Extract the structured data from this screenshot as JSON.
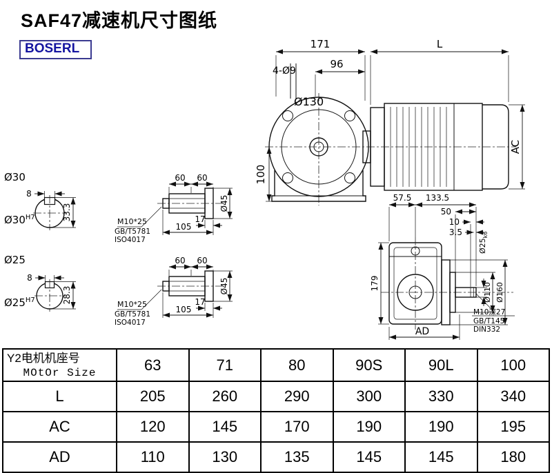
{
  "page": {
    "title": "SAF47减速机尺寸图纸",
    "brand": "BOSERL"
  },
  "front_view": {
    "dim_171": "171",
    "dim_l": "L",
    "dim_96": "96",
    "holes_label": "4-Ø9",
    "flange_dia": "Ø130",
    "dim_100": "100",
    "dim_ac": "AC"
  },
  "section_30": {
    "dia": "Ø30",
    "key_width": "8",
    "key_height": "33.3",
    "bore": "Ø30",
    "bore_tol": "H7"
  },
  "section_25": {
    "dia": "Ø25",
    "key_width": "8",
    "key_height": "28.3",
    "bore": "Ø25",
    "bore_tol": "H7"
  },
  "shaft_a": {
    "dim_60a": "60",
    "dim_60b": "60",
    "dim_17": "17",
    "dim_105": "105",
    "dia": "Ø45",
    "note1": "M10*25",
    "note2": "GB/T5781",
    "note3": "ISO4017"
  },
  "shaft_b": {
    "dim_60a": "60",
    "dim_60b": "60",
    "dim_17": "17",
    "dim_105": "105",
    "dia": "Ø45",
    "note1": "M10*25",
    "note2": "GB/T5781",
    "note3": "ISO4017"
  },
  "side_view": {
    "dim_575": "57.5",
    "dim_1335": "133.5",
    "dim_50": "50",
    "dim_10": "10",
    "dim_35": "3.5",
    "shaft_dia": "Ø25",
    "shaft_fit": "k6",
    "dim_179": "179",
    "dia_110": "Ø110",
    "dia_160": "Ø160",
    "note1": "M10深27",
    "note2": "GB/T145",
    "note3": "DIN332",
    "dim_ad": "AD"
  },
  "table": {
    "header_cn": "Y2电机机座号",
    "header_en": "MOtOr Size",
    "sizes": [
      "63",
      "71",
      "80",
      "90S",
      "90L",
      "100"
    ],
    "rows": [
      {
        "label": "L",
        "values": [
          "205",
          "260",
          "290",
          "300",
          "330",
          "340"
        ]
      },
      {
        "label": "AC",
        "values": [
          "120",
          "145",
          "170",
          "190",
          "190",
          "195"
        ]
      },
      {
        "label": "AD",
        "values": [
          "110",
          "130",
          "135",
          "145",
          "145",
          "180"
        ]
      }
    ]
  }
}
